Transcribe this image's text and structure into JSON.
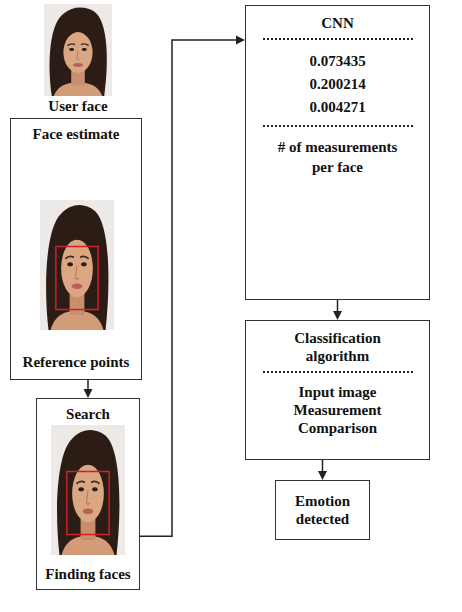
{
  "diagram": {
    "nodes": [
      {
        "text": [
          "Face estimate",
          "Reference points"
        ]
      },
      {
        "text": [
          "Search",
          "Finding faces"
        ]
      },
      {
        "text": [
          "CNN",
          "0.073435",
          "0.200214",
          "0.004271",
          "# of measurements per face"
        ]
      },
      {
        "text": [
          "Classification algorithm",
          "Input image Measurement Comparison"
        ]
      },
      {
        "text": [
          "Emotion detected"
        ]
      }
    ],
    "edges": [
      {
        "from": 0,
        "to": 1,
        "arrow": "to"
      },
      {
        "from": 1,
        "to": 2,
        "arrow": "to"
      },
      {
        "from": 2,
        "to": 3,
        "arrow": "to"
      },
      {
        "from": 3,
        "to": 4,
        "arrow": "to"
      }
    ],
    "labels": [
      "User face"
    ]
  }
}
